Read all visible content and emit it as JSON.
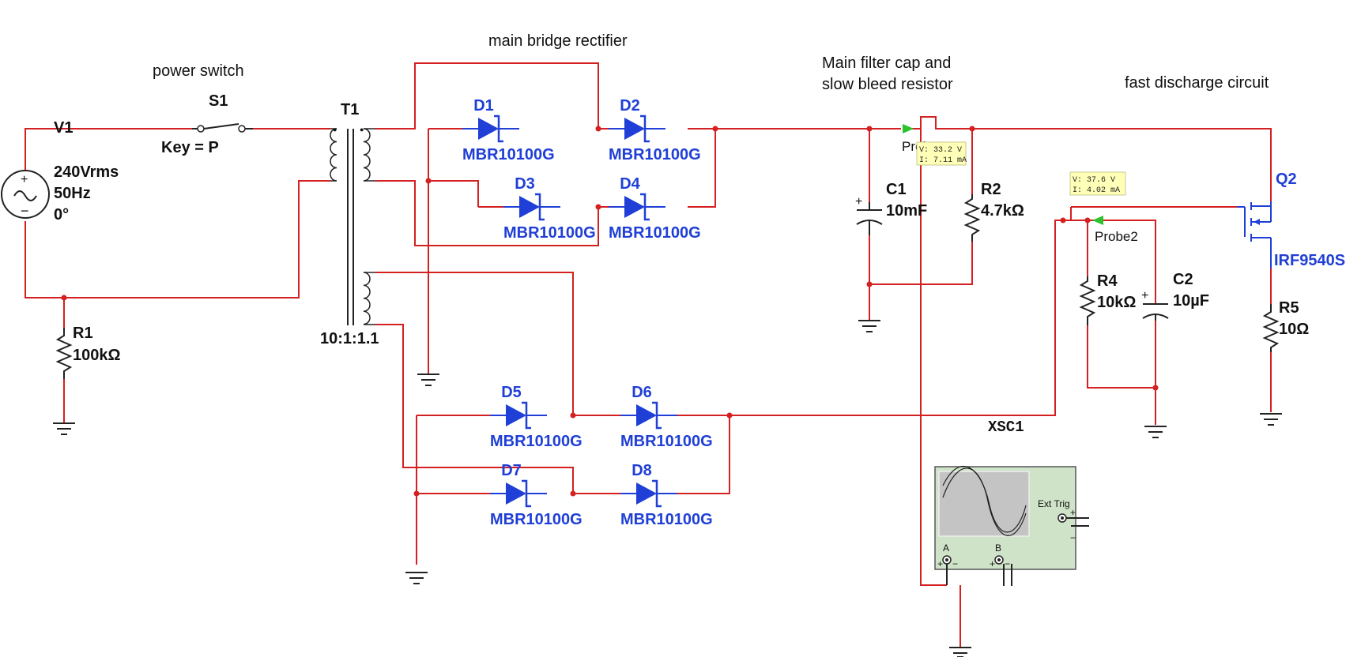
{
  "notes": {
    "power_switch": "power switch",
    "bridge": "main bridge rectifier",
    "filter_line1": "Main filter cap and",
    "filter_line2": "slow bleed resistor",
    "discharge": "fast discharge circuit"
  },
  "source": {
    "ref": "V1",
    "v": "240Vrms",
    "f": "50Hz",
    "ph": "0°"
  },
  "switch": {
    "ref": "S1",
    "key": "Key = P"
  },
  "transformer": {
    "ref": "T1",
    "ratio": "10:1:1.1"
  },
  "r1": {
    "ref": "R1",
    "value": "100kΩ"
  },
  "diodes": [
    {
      "ref": "D1",
      "part": "MBR10100G"
    },
    {
      "ref": "D2",
      "part": "MBR10100G"
    },
    {
      "ref": "D3",
      "part": "MBR10100G"
    },
    {
      "ref": "D4",
      "part": "MBR10100G"
    },
    {
      "ref": "D5",
      "part": "MBR10100G"
    },
    {
      "ref": "D6",
      "part": "MBR10100G"
    },
    {
      "ref": "D7",
      "part": "MBR10100G"
    },
    {
      "ref": "D8",
      "part": "MBR10100G"
    }
  ],
  "c1": {
    "ref": "C1",
    "value": "10mF"
  },
  "r2": {
    "ref": "R2",
    "value": "4.7kΩ"
  },
  "probe1": {
    "name": "Probe1",
    "v": "V: 33.2 V",
    "i": "I: 7.11 mA"
  },
  "probe2": {
    "name": "Probe2",
    "v": "V: 37.6 V",
    "i": "I: 4.02 mA"
  },
  "r4": {
    "ref": "R4",
    "value": "10kΩ"
  },
  "c2": {
    "ref": "C2",
    "value": "10µF"
  },
  "q2": {
    "ref": "Q2",
    "part": "IRF9540S"
  },
  "r5": {
    "ref": "R5",
    "value": "10Ω"
  },
  "scope": {
    "ref": "XSC1",
    "ext_trig": "Ext Trig",
    "ch_a": "A",
    "ch_b": "B",
    "plus": "+",
    "minus": "−"
  },
  "colors": {
    "wire": "#d42020",
    "part": "#1f3fd6",
    "scope_body": "#cfe3c8",
    "tip_bg": "#ffffb8"
  }
}
